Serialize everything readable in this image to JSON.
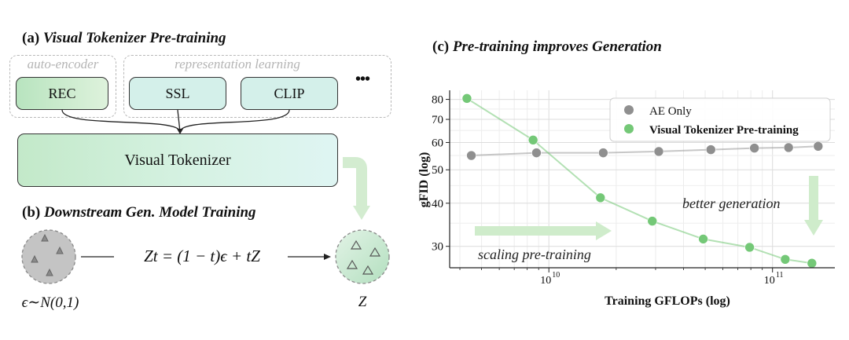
{
  "panel_a": {
    "title_prefix": "(a)",
    "title": "Visual Tokenizer Pre-training",
    "group_autoencoder": "auto-encoder",
    "group_representation": "representation learning",
    "box_rec": "REC",
    "box_ssl": "SSL",
    "box_clip": "CLIP",
    "more": "•••",
    "tokenizer": "Visual Tokenizer"
  },
  "panel_b": {
    "title_prefix": "(b)",
    "title": "Downstream Gen. Model Training",
    "noise_label": "ϵ∼N(0,1)",
    "latent_label": "Z",
    "equation": "Zt = (1 − t)ϵ + tZ"
  },
  "panel_c": {
    "title_prefix": "(c)",
    "title": "Pre-training improves Generation"
  },
  "chart_data": {
    "type": "line",
    "xlabel": "Training GFLOPs (log)",
    "ylabel": "gFID (log)",
    "x_scale": "log",
    "y_scale": "log",
    "xlim": [
      3600000000.0,
      190000000000.0
    ],
    "ylim": [
      26,
      85
    ],
    "x_ticks": [
      {
        "value": 10000000000.0,
        "label": "10",
        "exp": "10"
      },
      {
        "value": 100000000000.0,
        "label": "10",
        "exp": "11"
      }
    ],
    "y_ticks": [
      30,
      40,
      50,
      60,
      70,
      80
    ],
    "grid": true,
    "legend_position": "top-right",
    "series": [
      {
        "name": "AE Only",
        "color": "#8f8f8f",
        "points": [
          [
            4500000000.0,
            55
          ],
          [
            8800000000.0,
            56
          ],
          [
            17500000000.0,
            56
          ],
          [
            31000000000.0,
            56.5
          ],
          [
            53000000000.0,
            57.2
          ],
          [
            83000000000.0,
            57.8
          ],
          [
            118000000000.0,
            58
          ],
          [
            160000000000.0,
            58.5
          ]
        ]
      },
      {
        "name": "Visual Tokenizer Pre-training",
        "color": "#74c877",
        "points": [
          [
            4300000000.0,
            80.5
          ],
          [
            8500000000.0,
            61
          ],
          [
            17000000000.0,
            41.5
          ],
          [
            29000000000.0,
            35.5
          ],
          [
            49000000000.0,
            31.5
          ],
          [
            79000000000.0,
            29.8
          ],
          [
            114000000000.0,
            27.5
          ],
          [
            150000000000.0,
            26.8
          ]
        ]
      }
    ],
    "annotations": {
      "better": "better generation",
      "scaling": "scaling pre-training"
    }
  }
}
